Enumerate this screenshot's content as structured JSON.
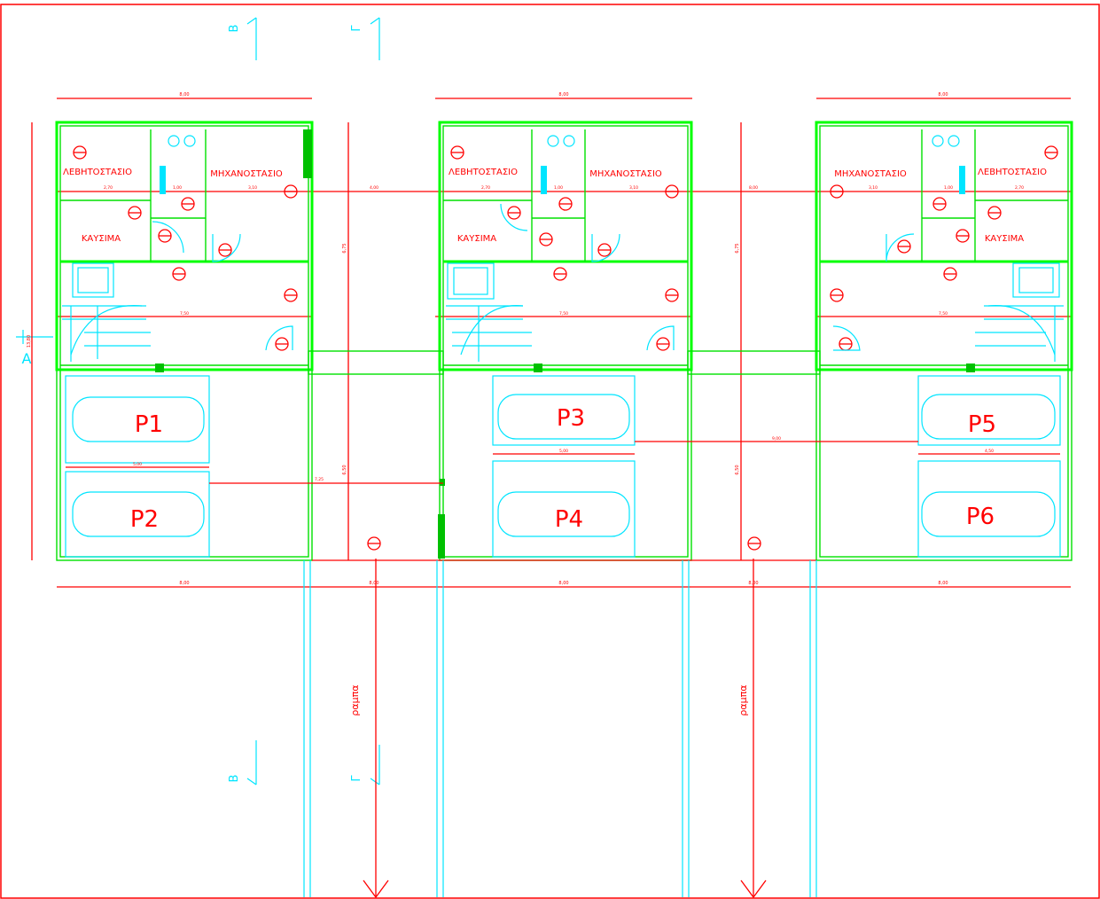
{
  "units": [
    {
      "rooms": {
        "boiler": "ΛΕΒΗΤΟΣΤΑΣΙΟ",
        "machine": "ΜΗΧΑΝΟΣΤΑΣΙΟ",
        "fuel": "ΚΑΥΣΙΜΑ"
      },
      "parking": [
        "P1",
        "P2"
      ]
    },
    {
      "rooms": {
        "boiler": "ΛΕΒΗΤΟΣΤΑΣΙΟ",
        "machine": "ΜΗΧΑΝΟΣΤΑΣΙΟ",
        "fuel": "ΚΑΥΣΙΜΑ"
      },
      "parking": [
        "P3",
        "P4"
      ]
    },
    {
      "rooms": {
        "boiler": "ΛΕΒΗΤΟΣΤΑΣΙΟ",
        "machine": "ΜΗΧΑΝΟΣΤΑΣΙΟ",
        "fuel": "ΚΑΥΣΙΜΑ"
      },
      "parking": [
        "P5",
        "P6"
      ]
    }
  ],
  "ramps": [
    "ραμπα",
    "ραμπα"
  ],
  "section_marks": {
    "section_b": "B",
    "section_g": "Γ",
    "section_a": "A"
  },
  "dimensions": {
    "top": [
      "8,00",
      "8,00",
      "8,00"
    ],
    "bottom": [
      "8,00",
      "8,00",
      "8,00",
      "8,00",
      "8,00"
    ],
    "row": [
      "2,70",
      "1,00",
      "3,10",
      "4,00",
      "2,70",
      "1,00",
      "3,10",
      "8,00",
      "3,10",
      "1,00",
      "2,70"
    ],
    "mid": [
      "7,50",
      "7,50",
      "7,50"
    ],
    "driveway": [
      "7,25",
      "9,00"
    ],
    "bays": [
      "5,00",
      "5,00",
      "4,50"
    ],
    "vertical": [
      "13,80",
      "6,75",
      "6,75",
      "6,50",
      "6,50"
    ]
  },
  "colors": {
    "walls": "#00ff00",
    "fixtures": "#00e5ff",
    "annotations": "#ff0000",
    "background": "#ffffff"
  }
}
